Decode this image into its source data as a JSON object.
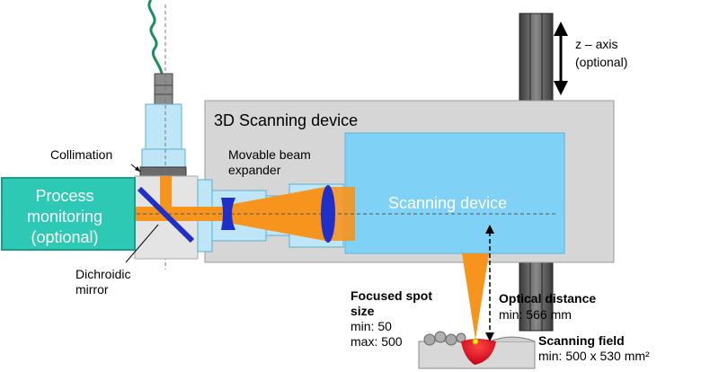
{
  "labels": {
    "device_title": "3D Scanning device",
    "scanning_device": "Scanning device",
    "collimation": "Collimation",
    "beam_expander_line1": "Movable beam",
    "beam_expander_line2": "expander",
    "process_line1": "Process",
    "process_line2": "monitoring",
    "process_line3": "(optional)",
    "dichroic_line1": "Dichroidic",
    "dichroic_line2": "mirror",
    "z_axis_line1": "z – axis",
    "z_axis_line2": "(optional)",
    "spot_title_line1": "Focused spot",
    "spot_title_line2": "size",
    "spot_min": "min: 50",
    "spot_max": "max: 500",
    "optical_distance_title": "Optical distance",
    "optical_distance_value": "min: 566 mm",
    "scanning_field_title": "Scanning field",
    "scanning_field_value": "min: 500 x 530 mm²"
  },
  "colors": {
    "device_box": "#d6d6d6",
    "scanning_box": "#7fd1f5",
    "process_box": "#2ec9b4",
    "laser_beam": "#f7941d",
    "optics_light": "#bfe6f7",
    "lens": "#1f2fc8",
    "z_rail": "#555555",
    "weld_spot": "#e5001c",
    "fiber": "#1b8f5a"
  }
}
